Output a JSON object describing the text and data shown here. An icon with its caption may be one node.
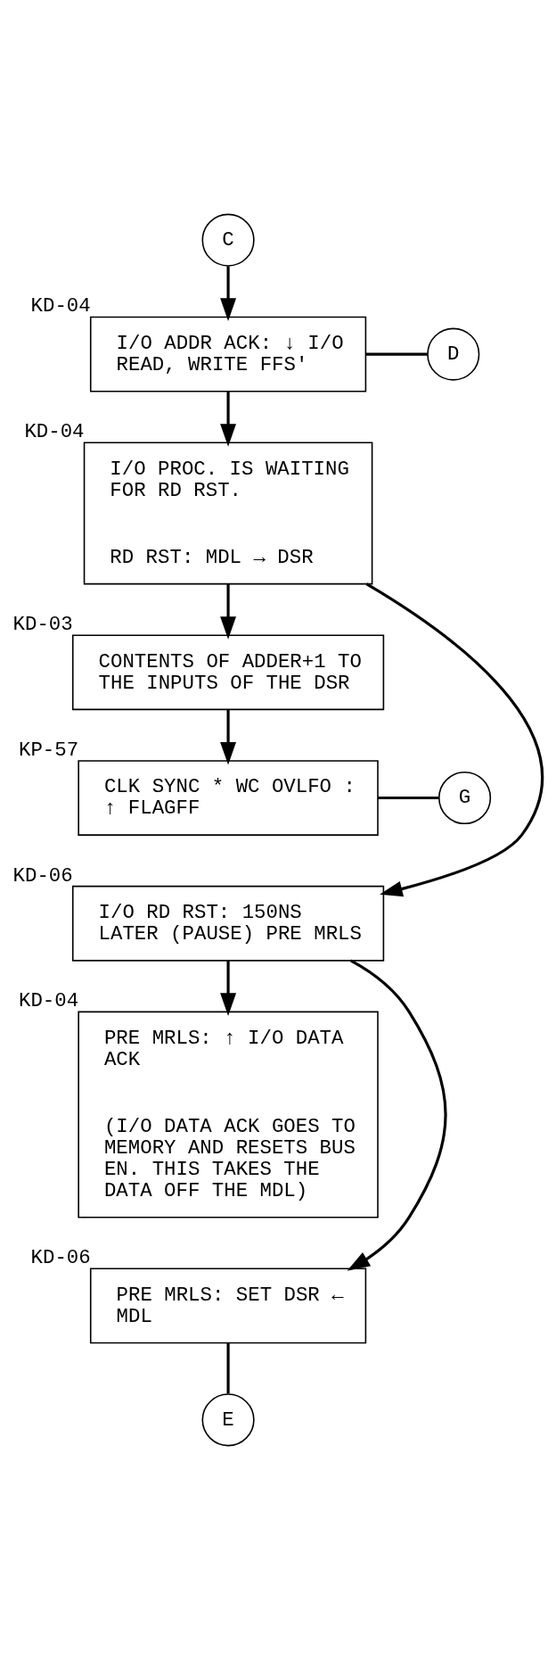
{
  "diagram": {
    "nodes": [
      {
        "text": [
          "C"
        ]
      },
      {
        "text": [
          "I/O ADDR ACK: ↓ I/O READ, WRITE FFS'"
        ],
        "beside": [
          "KD-04"
        ]
      },
      {
        "text": [
          "D"
        ]
      },
      {
        "text": [
          "I/O PROC. IS WAITING FOR RD RST.",
          "RD RST: MDL → DSR"
        ],
        "beside": [
          "KD-04"
        ]
      },
      {
        "text": [
          "CONTENTS OF ADDER+1 TO THE INPUTS OF THE DSR"
        ],
        "beside": [
          "KD-03"
        ]
      },
      {
        "text": [
          "CLK SYNC * WC OVLFO : ↑ FLAGFF"
        ],
        "beside": [
          "KP-57"
        ]
      },
      {
        "text": [
          "G"
        ]
      },
      {
        "text": [
          "I/O RD RST: 150NS LATER (PAUSE) PRE MRLS"
        ],
        "beside": [
          "KD-06"
        ]
      },
      {
        "text": [
          "PRE MRLS: ↑ I/O DATA ACK",
          "(I/O DATA ACK GOES TO MEMORY AND RESETS BUS EN. THIS TAKES THE DATA OFF THE MDL)"
        ],
        "beside": [
          "KD-04"
        ]
      },
      {
        "text": [
          "PRE MRLS: SET DSR ← MDL"
        ],
        "beside": [
          "KD-06"
        ]
      },
      {
        "text": [
          "E"
        ]
      }
    ],
    "edges": [
      {
        "from": 0,
        "to": 1,
        "arrow": "to"
      },
      {
        "from": 1,
        "to": 2,
        "arrow": "none"
      },
      {
        "from": 1,
        "to": 3,
        "arrow": "to"
      },
      {
        "from": 3,
        "to": 4,
        "arrow": "to"
      },
      {
        "from": 3,
        "to": 7,
        "arrow": "to"
      },
      {
        "from": 4,
        "to": 5,
        "arrow": "to"
      },
      {
        "from": 5,
        "to": 6,
        "arrow": "none"
      },
      {
        "from": 7,
        "to": 8,
        "arrow": "to"
      },
      {
        "from": 7,
        "to": 9,
        "arrow": "to"
      },
      {
        "from": 9,
        "to": 10,
        "arrow": "none"
      }
    ]
  }
}
